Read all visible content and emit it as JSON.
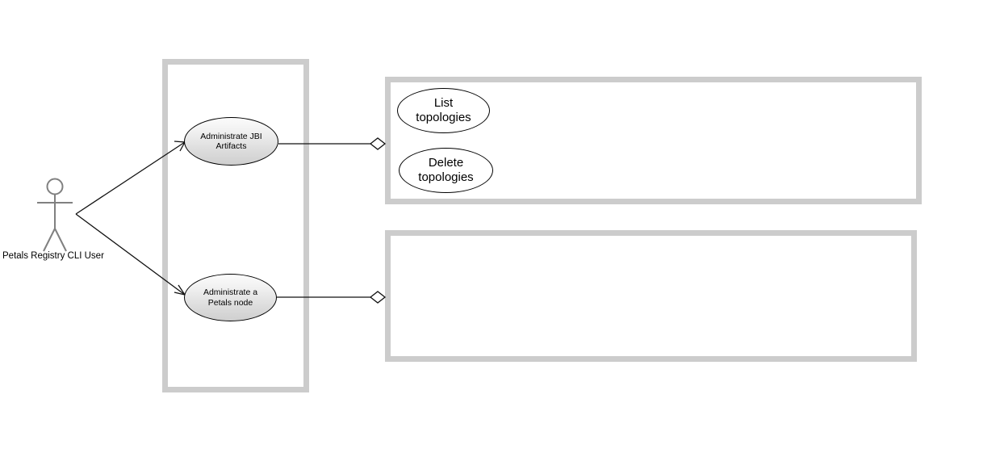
{
  "diagram": {
    "type": "uml-use-case-diagram",
    "background_color": "#ffffff",
    "frame_border_color": "#cccccc",
    "line_color": "#000000",
    "actor_color": "#808080"
  },
  "actor": {
    "name": "actor-petals-registry-cli-user",
    "label": "Petals Registry CLI User"
  },
  "system_frame": {
    "name": "system-boundary-frame",
    "label": ""
  },
  "use_cases": [
    {
      "id": "administrate-jbi-artifacts",
      "line1": "Administrate JBI",
      "line2": "Artifacts",
      "style": "gray"
    },
    {
      "id": "administrate-a-petals-node",
      "line1": "Administrate a",
      "line2": "Petals node",
      "style": "gray"
    },
    {
      "id": "list-topologies",
      "line1": "List",
      "line2": "topologies",
      "style": "white"
    },
    {
      "id": "delete-topologies",
      "line1": "Delete",
      "line2": "topologies",
      "style": "white"
    }
  ],
  "sub_frames": [
    {
      "id": "topologies-frame",
      "label": ""
    },
    {
      "id": "petals-node-frame",
      "label": ""
    }
  ],
  "connectors": [
    {
      "id": "actor-to-jbi-association",
      "kind": "association-arrow",
      "from": "actor-petals-registry-cli-user",
      "to": "administrate-jbi-artifacts"
    },
    {
      "id": "actor-to-node-association",
      "kind": "association-arrow",
      "from": "actor-petals-registry-cli-user",
      "to": "administrate-a-petals-node"
    },
    {
      "id": "jbi-to-topologies-aggregation",
      "kind": "aggregation-diamond",
      "from": "administrate-jbi-artifacts",
      "to": "topologies-frame"
    },
    {
      "id": "node-to-node-frame-aggregation",
      "kind": "aggregation-diamond",
      "from": "administrate-a-petals-node",
      "to": "petals-node-frame"
    }
  ]
}
